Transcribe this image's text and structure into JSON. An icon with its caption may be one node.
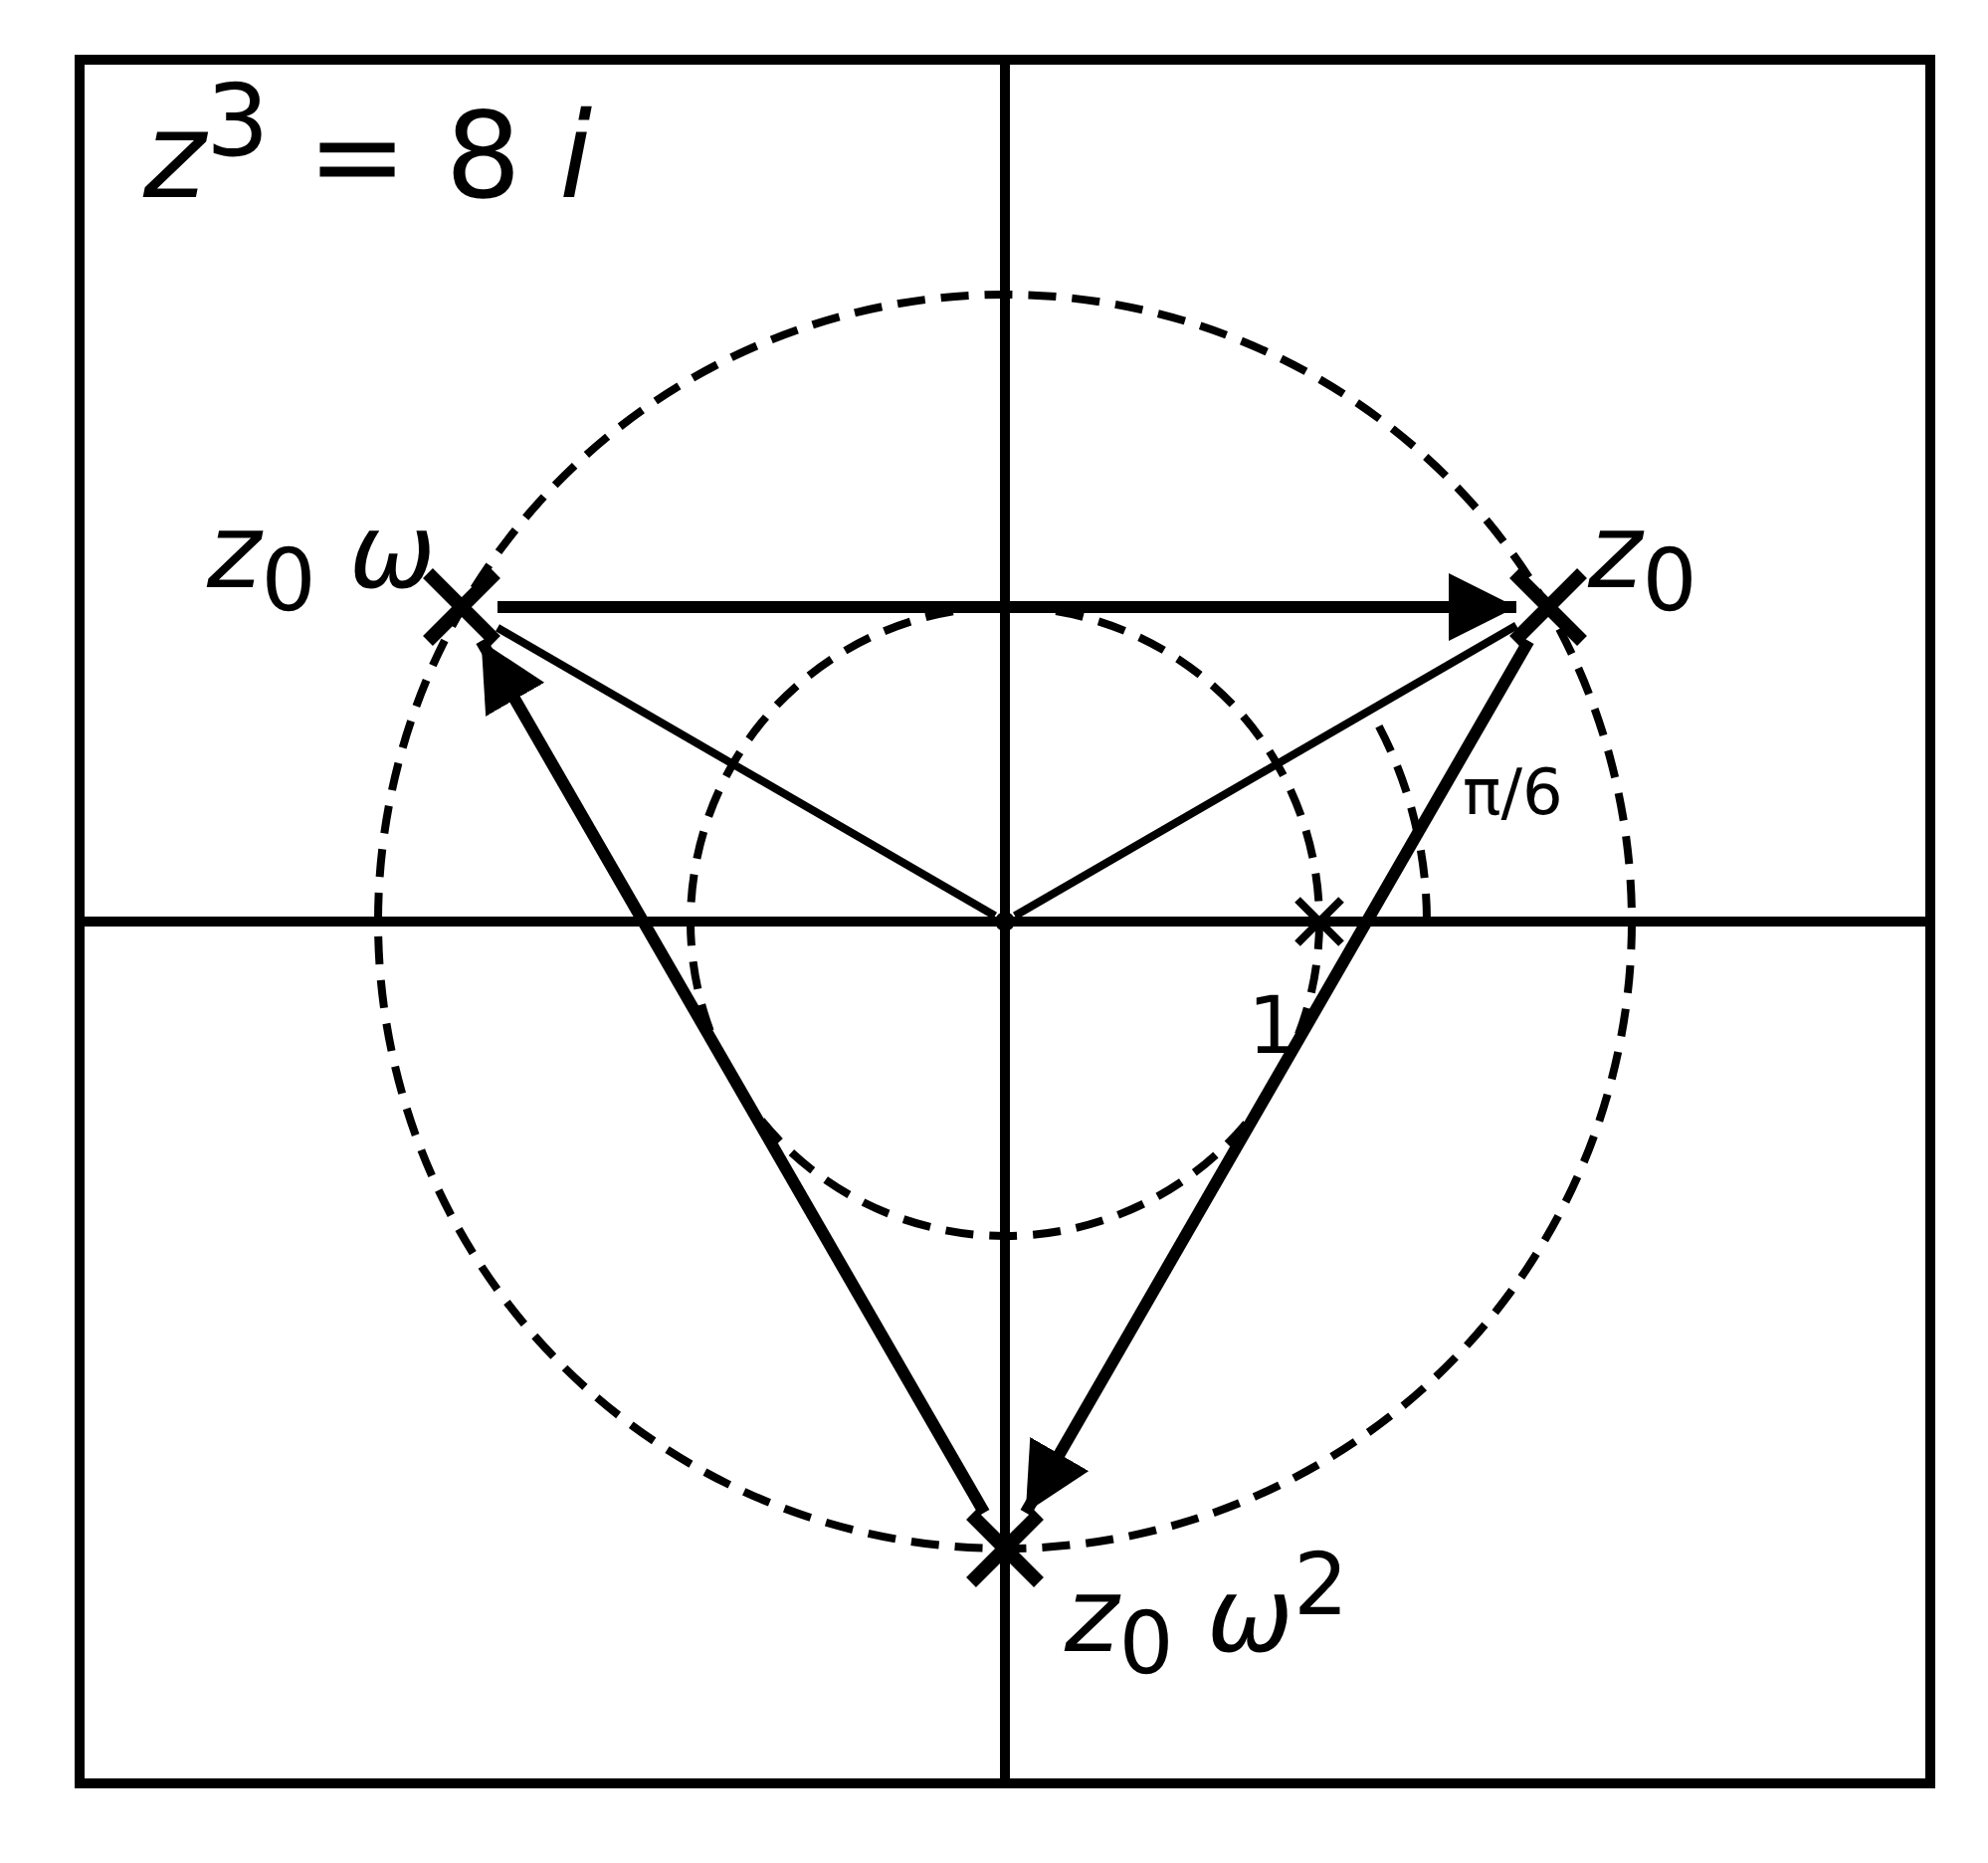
{
  "diagram": {
    "title": "*z*$^{3}$ = 8 *i*",
    "nodes": [
      {
        "text": [
          "*z*$_{0}$"
        ]
      },
      {
        "text": [
          "*z*$_{0}$ *ω*"
        ]
      },
      {
        "text": [
          "*z*$_{0}$ *ω*$^{2}$"
        ]
      },
      {
        "text": [],
        "shape": "point"
      }
    ],
    "edges": [
      {
        "from": 1,
        "to": 0,
        "arrow": "to"
      },
      {
        "from": 0,
        "to": 2,
        "arrow": "to"
      },
      {
        "from": 2,
        "to": 1,
        "arrow": "to"
      },
      {
        "from": 3,
        "to": 0,
        "arrow": "none"
      },
      {
        "from": 3,
        "to": 1,
        "arrow": "none"
      }
    ],
    "labels": [
      "π/6",
      "1"
    ]
  }
}
